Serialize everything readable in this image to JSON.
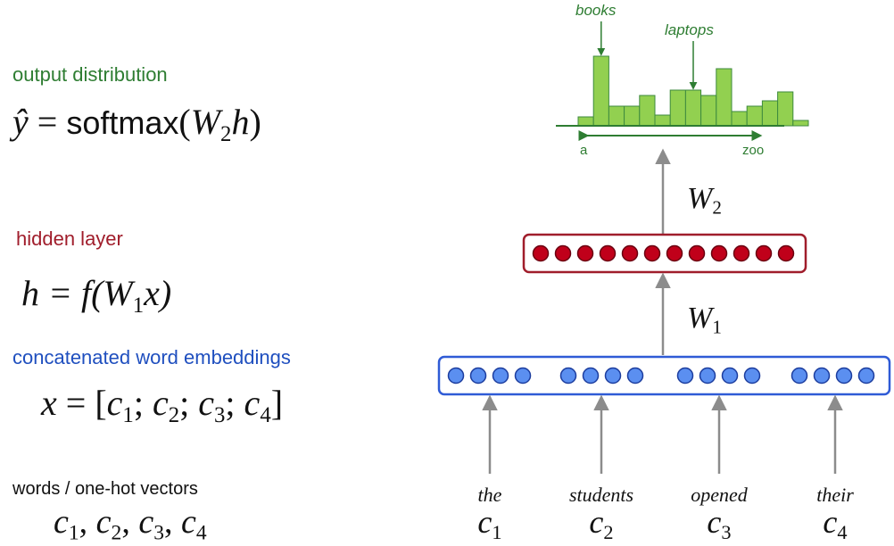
{
  "left": {
    "output_label": "output distribution",
    "output_eq_yhat": "ŷ",
    "output_eq_eq": "=",
    "output_eq_fn": "softmax",
    "output_eq_open": "(",
    "output_eq_W": "W",
    "output_eq_W_sub": "2",
    "output_eq_h": "h",
    "output_eq_close": ")",
    "hidden_label": "hidden layer",
    "hidden_eq_h": "h",
    "hidden_eq_rest": "= f(W",
    "hidden_eq_sub": "1",
    "hidden_eq_x": "x)",
    "embed_label": "concatenated word embeddings",
    "embed_eq_x": "x",
    "embed_eq_open": "= [",
    "embed_eq_terms": [
      {
        "c": "c",
        "sub": "1",
        "sep": "; "
      },
      {
        "c": "c",
        "sub": "2",
        "sep": "; "
      },
      {
        "c": "c",
        "sub": "3",
        "sep": "; "
      },
      {
        "c": "c",
        "sub": "4",
        "sep": "]"
      }
    ],
    "words_label": "words / one-hot vectors",
    "words_eq_terms": [
      {
        "c": "c",
        "sub": "1",
        "sep": ", "
      },
      {
        "c": "c",
        "sub": "2",
        "sep": ", "
      },
      {
        "c": "c",
        "sub": "3",
        "sep": ", "
      },
      {
        "c": "c",
        "sub": "4",
        "sep": ""
      }
    ]
  },
  "diagram": {
    "weight_top": {
      "W": "W",
      "sub": "2"
    },
    "weight_bottom": {
      "W": "W",
      "sub": "1"
    },
    "hidden_units": 12,
    "embedding_groups": 4,
    "units_per_group": 4,
    "histogram": {
      "bar_heights": [
        10,
        78,
        22,
        22,
        34,
        12,
        40,
        40,
        34,
        64,
        16,
        22,
        28,
        38,
        6
      ],
      "left_axis_label": "a",
      "right_axis_label": "zoo",
      "annotations": [
        {
          "text": "books",
          "bar_index": 1
        },
        {
          "text": "laptops",
          "bar_index": 7
        }
      ]
    },
    "words": [
      {
        "word": "the",
        "c": "c",
        "sub": "1"
      },
      {
        "word": "students",
        "c": "c",
        "sub": "2"
      },
      {
        "word": "opened",
        "c": "c",
        "sub": "3"
      },
      {
        "word": "their",
        "c": "c",
        "sub": "4"
      }
    ]
  },
  "colors": {
    "output_green": "#2e7d32",
    "bar_green": "#92d050",
    "bar_stroke": "#3e8a3e",
    "hidden_red": "#c0001a",
    "hidden_box": "#a01d2b",
    "embed_blue": "#5b8ff0",
    "embed_box": "#2f5bd6",
    "arrow_grey": "#8c8c8c"
  }
}
